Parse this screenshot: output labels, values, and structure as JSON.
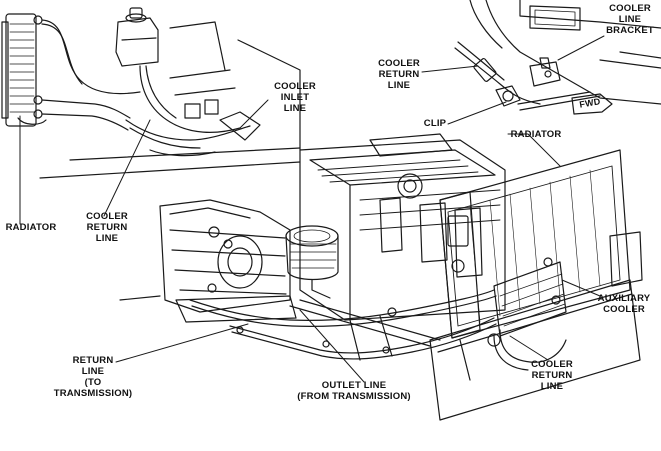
{
  "labels": {
    "cooler_line_bracket": [
      "COOLER",
      "LINE",
      "BRACKET"
    ],
    "cooler_return_line_top": [
      "COOLER",
      "RETURN",
      "LINE"
    ],
    "cooler_inlet_line": [
      "COOLER",
      "INLET",
      "LINE"
    ],
    "clip": "CLIP",
    "fwd": "FWD",
    "radiator_right": "RADIATOR",
    "radiator_left": "RADIATOR",
    "cooler_return_line_left": [
      "COOLER",
      "RETURN",
      "LINE"
    ],
    "auxiliary_cooler": [
      "AUXILIARY",
      "COOLER"
    ],
    "return_line": [
      "RETURN",
      "LINE",
      "(TO",
      "TRANSMISSION)"
    ],
    "outlet_line": [
      "OUTLET LINE",
      "(FROM TRANSMISSION)"
    ],
    "cooler_return_line_bottom": [
      "COOLER",
      "RETURN",
      "LINE"
    ]
  }
}
